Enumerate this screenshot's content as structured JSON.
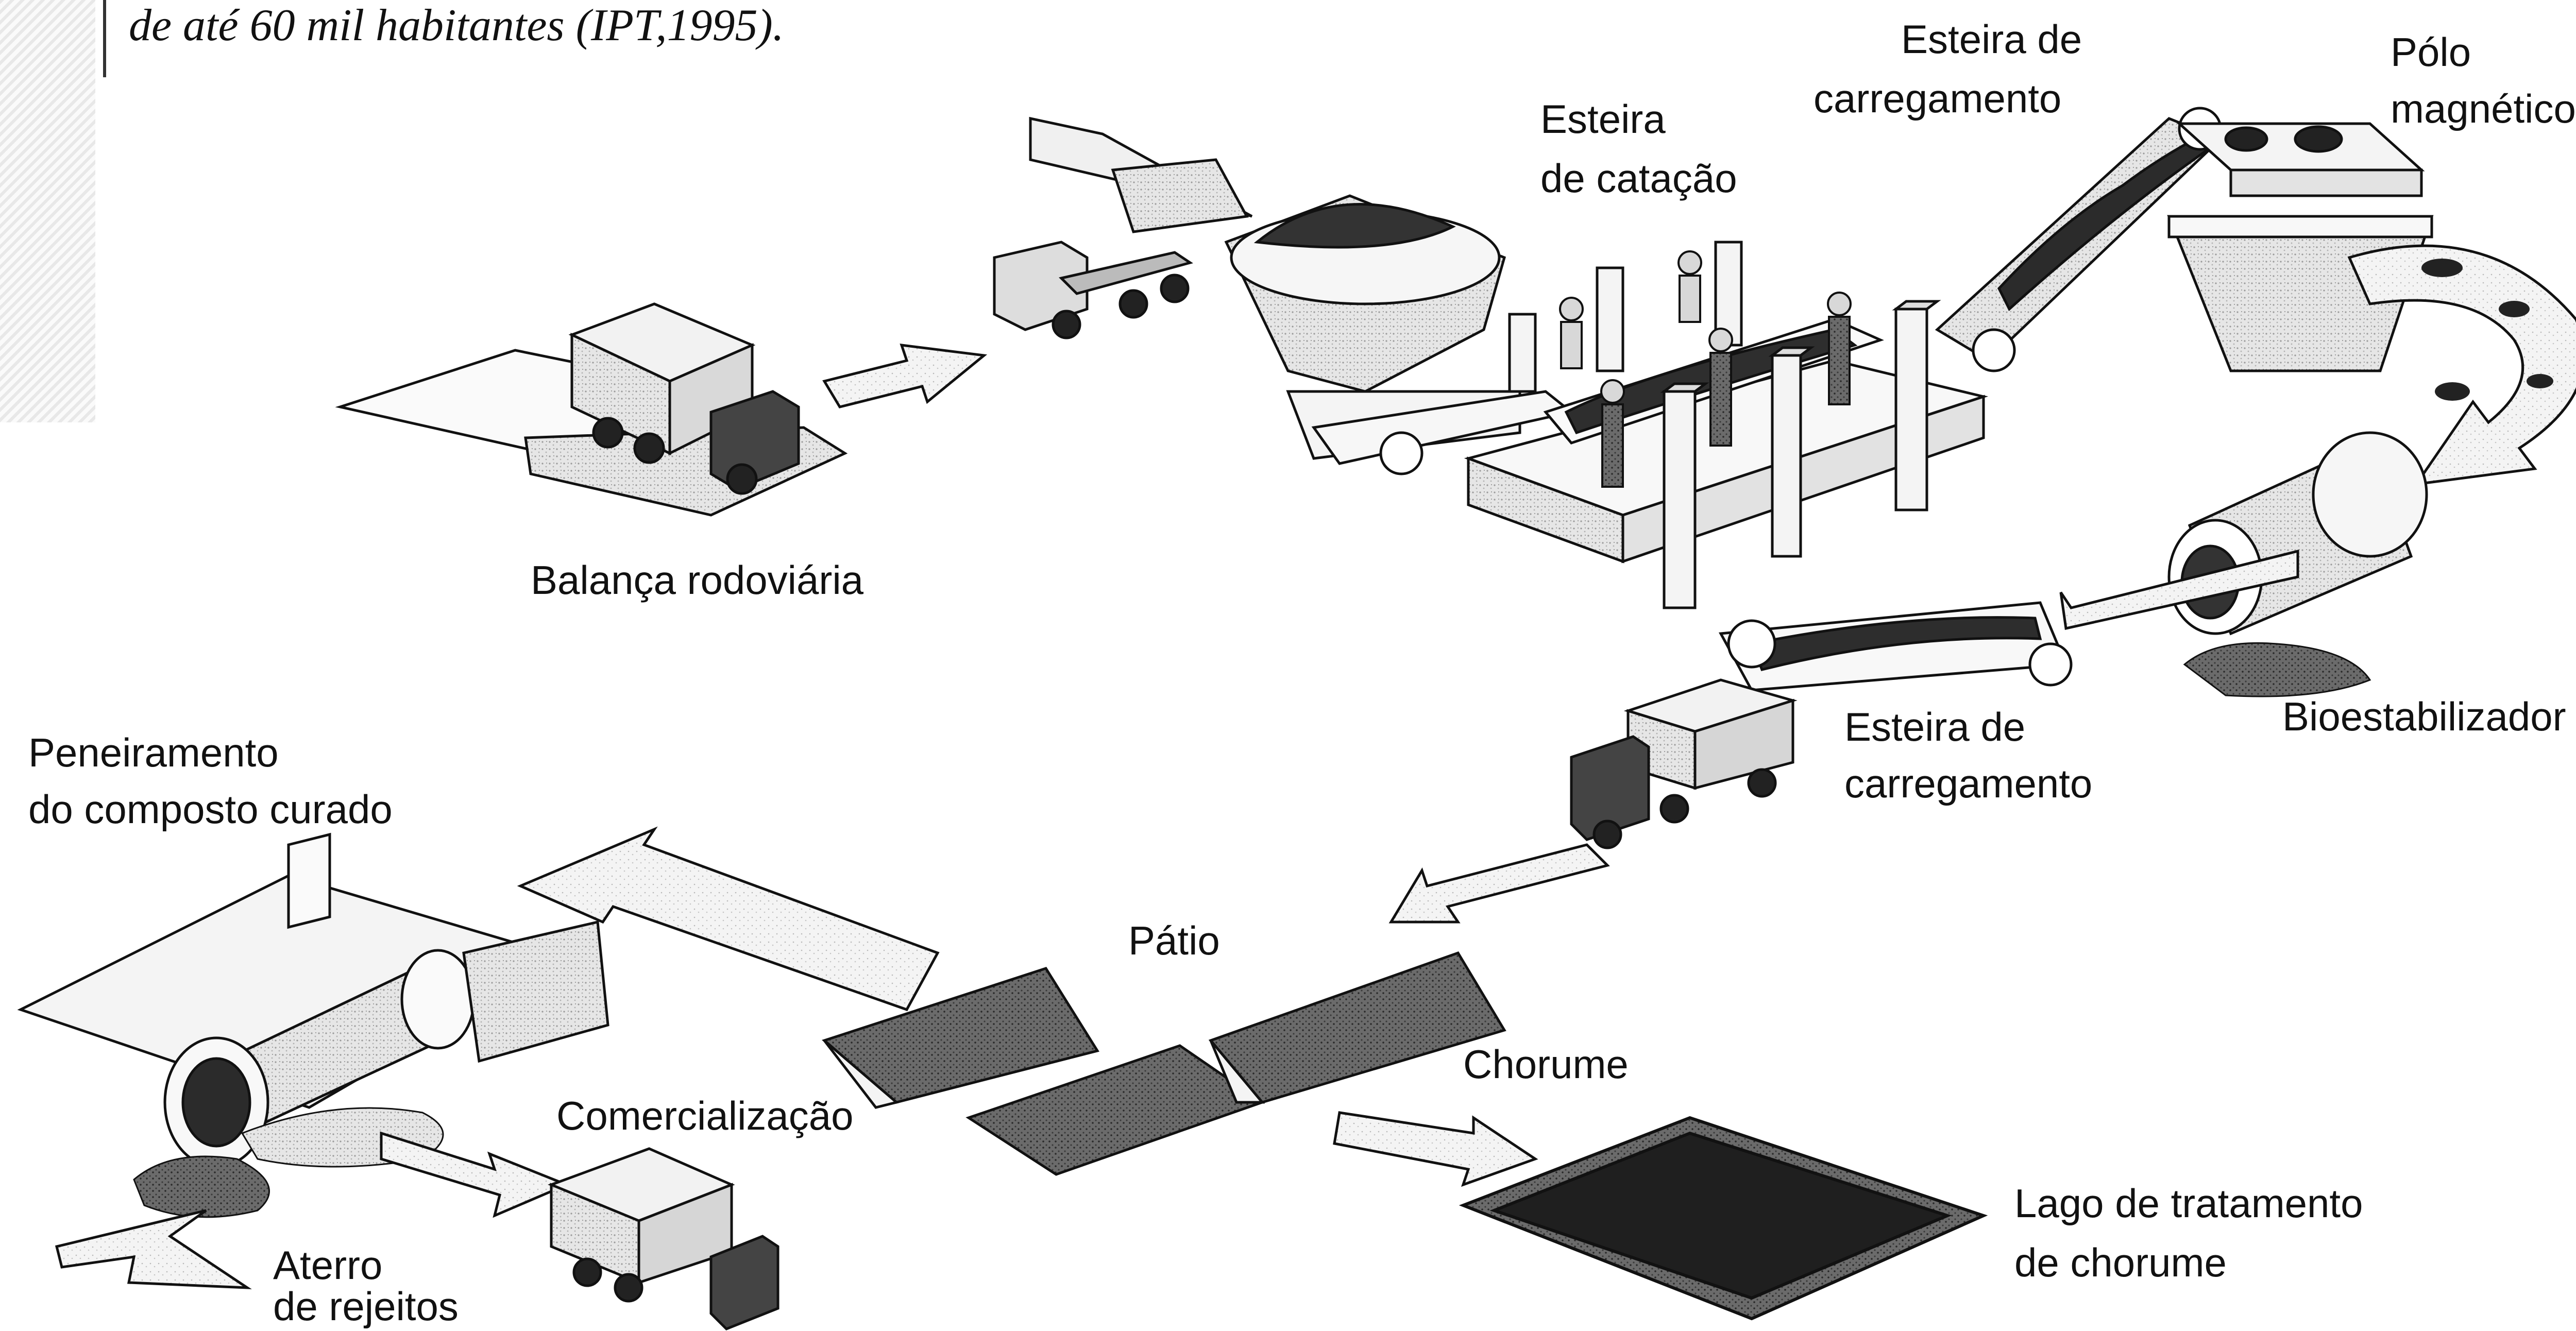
{
  "caption": "de até 60 mil habitantes (IPT,1995).",
  "labels": {
    "balanca": "Balança rodoviária",
    "catacao_1": "Esteira",
    "catacao_2": "de catação",
    "carreg_top_1": "Esteira de",
    "carreg_top_2": "carregamento",
    "polo_1": "Pólo",
    "polo_2": "magnético",
    "bioestabilizador": "Bioestabilizador",
    "carreg_mid_1": "Esteira de",
    "carreg_mid_2": "carregamento",
    "peneiramento_1": "Peneiramento",
    "peneiramento_2": "do composto curado",
    "patio": "Pátio",
    "chorume": "Chorume",
    "comercializacao": "Comercialização",
    "aterro_1": "Aterro",
    "aterro_2": "de rejeitos",
    "lago_1": "Lago de tratamento",
    "lago_2": "de chorume"
  }
}
